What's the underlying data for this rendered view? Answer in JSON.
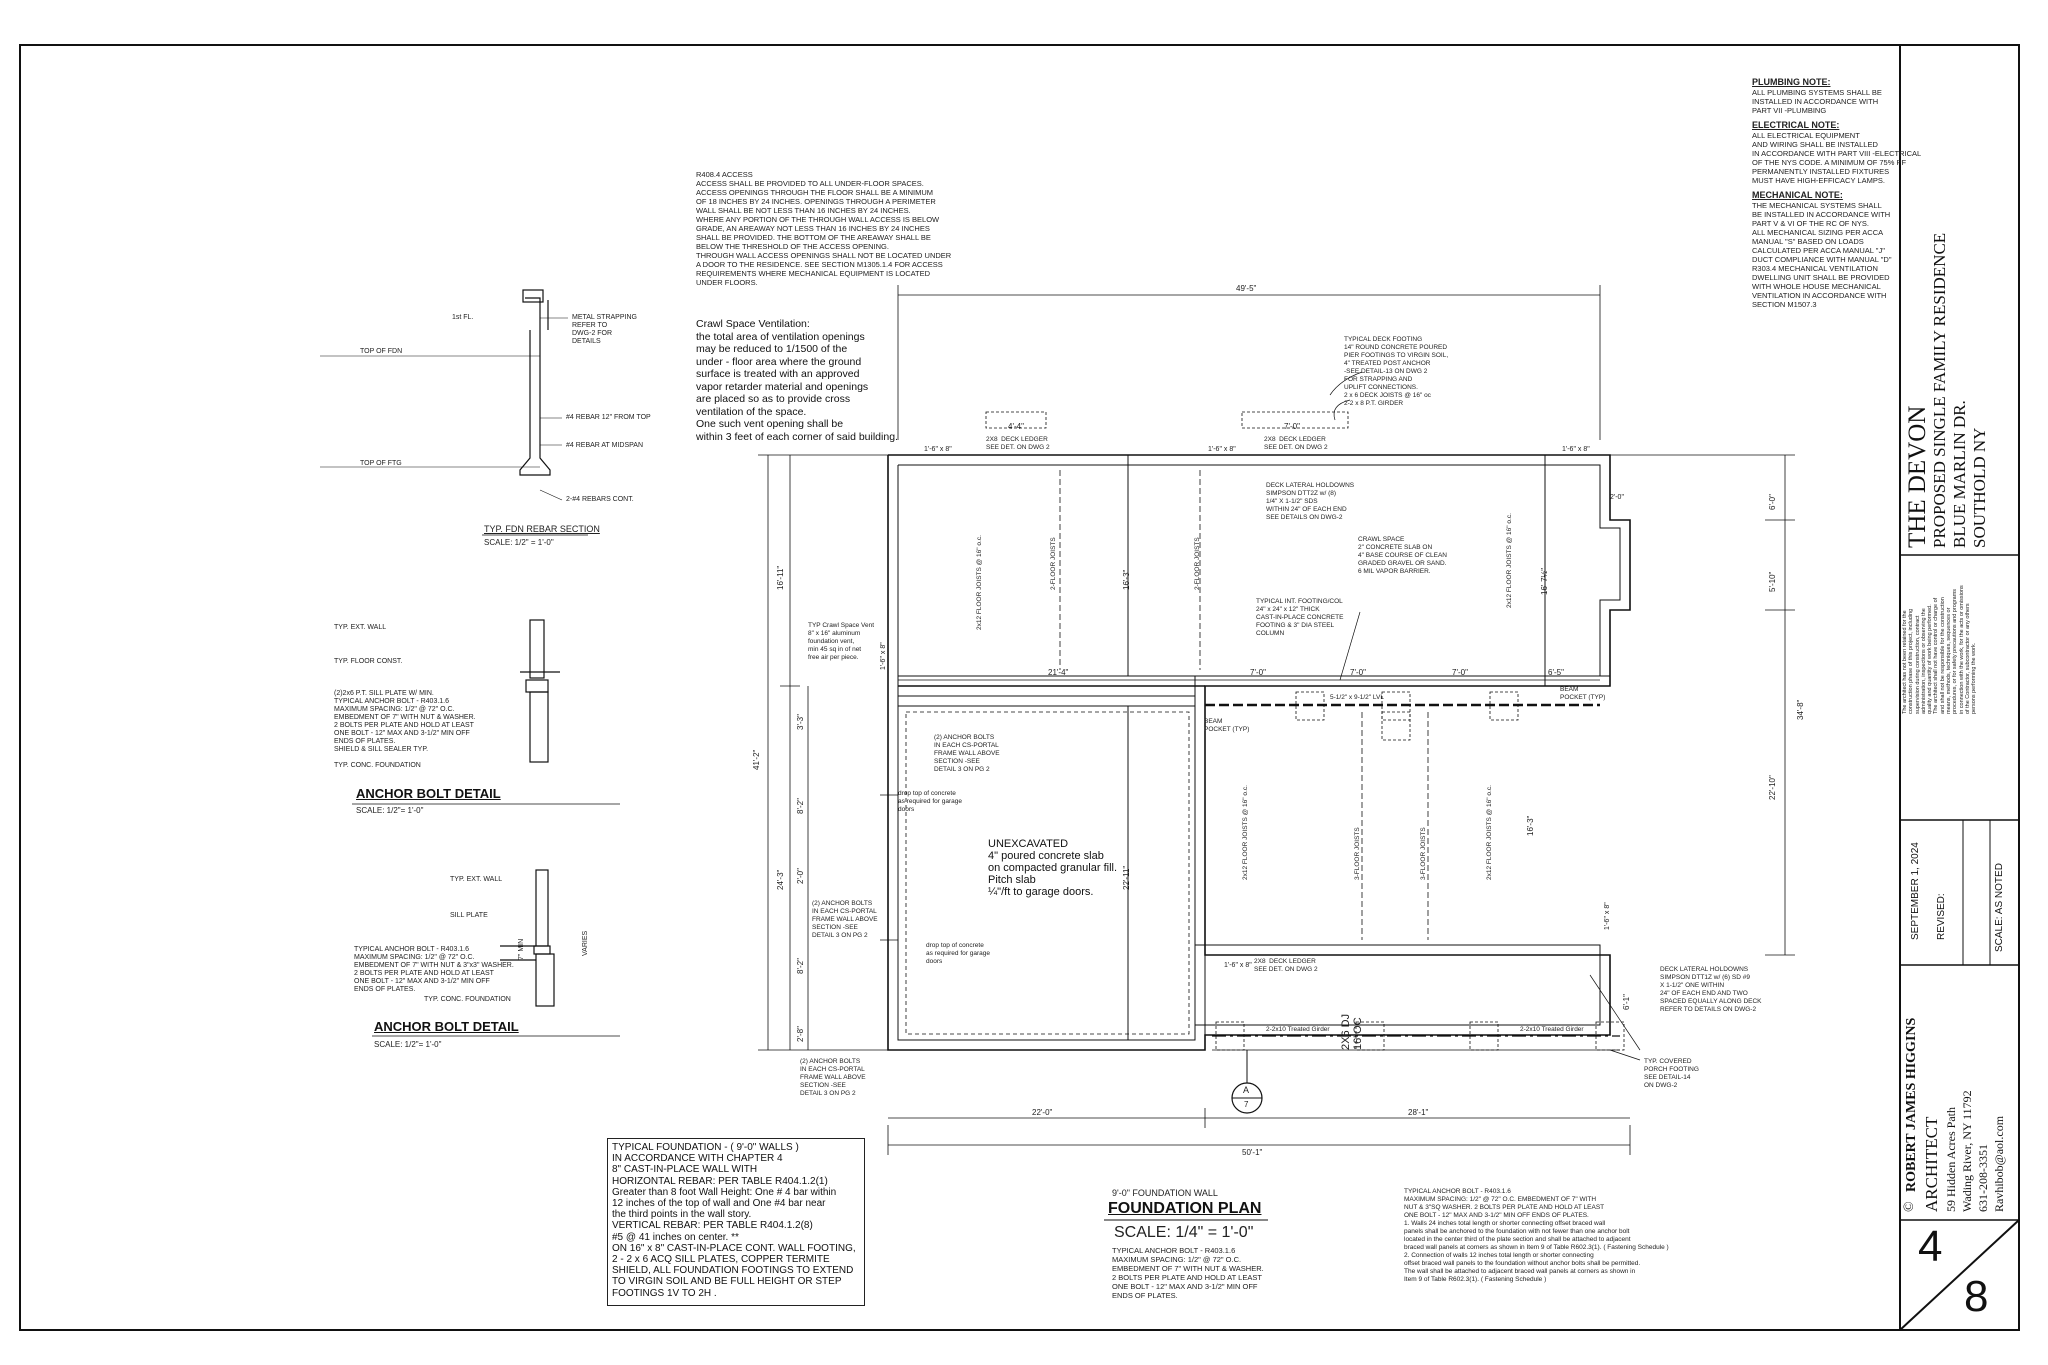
{
  "title_block": {
    "project_name": "THE DEVON",
    "project_desc": "PROPOSED SINGLE FAMILY RESIDENCE",
    "street": "BLUE MARLIN DR.",
    "town": "SOUTHOLD  NY",
    "disclaimer": [
      "The architect has not been retained for the",
      "construction phase of this project, including",
      "supervision during construction, contract",
      "administration, inspections or observing the",
      "quality and quantity of work being performed.",
      "The architect shall not have control or charge of",
      "and shall not be responsible for the construction",
      "means, methods, techniques, sequences or",
      "procedures, or for safety precautions and programs",
      "in connection with the work, for the acts or omissions",
      "of the Contractor, subcontractor or any others",
      "persons performing the work."
    ],
    "date": "SEPTEMBER 1, 2024",
    "revised": "REVISED:",
    "scale": "SCALE:  AS NOTED",
    "architect_name": "ROBERT JAMES HIGGINS",
    "architect_title": "ARCHITECT",
    "addr1": "59 Hidden Acres  Path",
    "addr2": "Wading River, NY  11792",
    "phone": "631-208-3351",
    "email": "Ravhibob@aol.com",
    "copyright": "©",
    "sheet_num": "4",
    "sheet_total": "8"
  },
  "notes": {
    "plumbing_head": "PLUMBING NOTE:",
    "plumbing": [
      "ALL PLUMBING SYSTEMS SHALL BE",
      "INSTALLED IN ACCORDANCE WITH",
      "PART VII -PLUMBING"
    ],
    "electrical_head": "ELECTRICAL NOTE:",
    "electrical": [
      "ALL ELECTRICAL EQUIPMENT",
      "AND WIRING SHALL BE INSTALLED",
      "IN ACCORDANCE WITH PART VIII -ELECTRICAL",
      "OF THE NYS CODE.  A MINIMUM OF 75% PF",
      "PERMANENTLY INSTALLED FIXTURES",
      "MUST HAVE HIGH-EFFICACY LAMPS."
    ],
    "mechanical_head": "MECHANICAL NOTE:",
    "mechanical": [
      "THE MECHANICAL SYSTEMS SHALL",
      "BE INSTALLED IN ACCORDANCE WITH",
      "PART V & VI OF THE RC OF NYS.",
      "ALL MECHANICAL SIZING PER ACCA",
      "MANUAL \"S\" BASED ON LOADS",
      "CALCULATED PER ACCA MANUAL \"J\"",
      "DUCT COMPLIANCE WITH MANUAL \"D\"",
      "",
      "R303.4 MECHANICAL VENTILATION",
      "DWELLING UNIT SHALL  BE PROVIDED",
      "WITH WHOLE HOUSE MECHANICAL",
      "VENTILATION IN  ACCORDANCE WITH",
      "SECTION M1507.3"
    ],
    "access": [
      "R408.4 ACCESS",
      "",
      "ACCESS SHALL BE PROVIDED TO ALL UNDER-FLOOR SPACES.",
      "ACCESS OPENINGS THROUGH THE FLOOR SHALL BE A MINIMUM",
      "OF 18 INCHES BY 24 INCHES. OPENINGS THROUGH A PERIMETER",
      "WALL SHALL BE NOT LESS THAN 16 INCHES BY 24 INCHES.",
      "WHERE ANY PORTION OF THE THROUGH WALL ACCESS IS BELOW",
      "GRADE, AN AREAWAY NOT LESS THAN 16 INCHES BY 24 INCHES",
      "SHALL BE PROVIDED.  THE BOTTOM OF THE AREAWAY SHALL BE",
      "BELOW THE THRESHOLD OF THE ACCESS OPENING.",
      "THROUGH WALL ACCESS OPENINGS SHALL NOT BE LOCATED UNDER",
      "A DOOR TO THE RESIDENCE. SEE SECTION M1305.1.4 FOR ACCESS",
      "REQUIREMENTS WHERE MECHANICAL EQUIPMENT IS LOCATED",
      "UNDER FLOORS."
    ],
    "crawl": [
      "Crawl Space Ventilation:",
      "the total area of ventilation openings",
      "may be reduced to 1/1500 of the",
      "under - floor area where the ground",
      "surface is treated with an approved",
      "vapor retarder material and openings",
      "are placed so as to provide cross",
      "ventilation of the space.",
      "One such vent opening shall be",
      "within 3 feet of each corner of said building."
    ],
    "typical_foundation": [
      "TYPICAL FOUNDATION  - ( 9'-0\"  WALLS )",
      "IN ACCORDANCE WITH CHAPTER 4",
      "8\" CAST-IN-PLACE WALL  WITH",
      "HORIZONTAL REBAR:  PER  TABLE R404.1.2(1)",
      "Greater than 8 foot Wall Height: One # 4 bar within",
      "12 inches of the top of wall and One #4 bar near",
      "the third points in the wall story.",
      "VERTICAL  REBAR:  PER  TABLE R404.1.2(8)",
      "#5 @ 41 inches on center. **",
      "ON 16\" x 8\" CAST-IN-PLACE CONT. WALL FOOTING,",
      "2 - 2 x 6 ACQ SILL PLATES, COPPER TERMITE",
      "SHIELD, ALL FOUNDATION FOOTINGS TO EXTEND",
      "TO VIRGIN SOIL AND BE FULL HEIGHT OR STEP",
      "FOOTINGS 1V TO 2H ."
    ],
    "anchor_bottom": [
      "TYPICAL ANCHOR BOLT - R403.1.6",
      "MAXIMUM SPACING: 1/2\" @ 72\" O.C. EMBEDMENT OF 7\" WITH",
      "NUT & 3\"SQ WASHER.  2 BOLTS PER PLATE AND HOLD AT LEAST",
      "ONE BOLT - 12\" MAX AND 3-1/2\" MIN OFF ENDS OF PLATES.",
      "",
      "1. Walls 24 inches total length or shorter connecting offset braced wall",
      "panels shall be anchored to the foundation with not fewer than one anchor bolt",
      "located in the center third of the plate section and shall be attached to adjacent",
      "braced wall panels at corners as shown in Item 9 of Table R602.3(1). ( Fastening Schedule )",
      "",
      "2. Connection of walls 12 inches total length or shorter connecting",
      "offset braced wall panels to the foundation without anchor bolts shall be permitted.",
      "The wall shall be attached to adjacent braced wall panels at corners as shown in",
      "Item 9 of Table R602.3(1).  ( Fastening Schedule )"
    ],
    "anchor_center": [
      "TYPICAL ANCHOR BOLT - R403.1.6",
      "MAXIMUM SPACING: 1/2\" @ 72\" O.C.",
      "EMBEDMENT OF 7\" WITH NUT & WASHER.",
      "2 BOLTS PER PLATE AND HOLD AT LEAST",
      "ONE BOLT - 12\" MAX AND 3-1/2\" MIN OFF",
      "ENDS OF PLATES."
    ]
  },
  "details": {
    "rebar_title": "TYP. FDN REBAR SECTION",
    "rebar_scale": "SCALE: 1/2\" = 1'-0\"",
    "rebar_labels": [
      "1st FL.",
      "TOP OF FDN",
      "TOP OF FTG",
      "METAL STRAPPING",
      "REFER TO",
      "DWG-2 FOR",
      "DETAILS",
      "#4 REBAR 12\" FROM TOP",
      "#4 REBAR AT MIDSPAN",
      "2-#4 REBARS CONT."
    ],
    "anchor1_title": "ANCHOR BOLT DETAIL",
    "anchor1_scale": "SCALE: 1/2\"= 1'-0\"",
    "anchor1_labels": [
      "TYP. EXT. WALL",
      "TYP. FLOOR CONST.",
      "(2)2x6 P.T. SILL PLATE  W/ MIN.",
      "TYPICAL ANCHOR BOLT - R403.1.6",
      "MAXIMUM SPACING: 1/2\" @ 72\" O.C.",
      "EMBEDMENT OF 7\" WITH NUT & WASHER.",
      "2 BOLTS PER PLATE AND HOLD AT LEAST",
      "ONE BOLT - 12\" MAX AND 3-1/2\" MIN OFF",
      "ENDS OF PLATES.",
      "SHIELD & SILL  SEALER TYP.",
      "TYP. CONC. FOUNDATION"
    ],
    "anchor2_title": "ANCHOR BOLT DETAIL",
    "anchor2_scale": "SCALE: 1/2\"= 1'-0\"",
    "anchor2_labels": [
      "TYP. EXT. WALL",
      "SILL PLATE",
      "TYPICAL ANCHOR BOLT - R403.1.6",
      "MAXIMUM SPACING: 1/2\" @ 72\" O.C.",
      "EMBEDMENT OF 7\" WITH NUT & 3\"x3\" WASHER.",
      "2 BOLTS PER PLATE AND HOLD AT LEAST",
      "ONE BOLT - 12\" MAX AND 3-1/2\" MIN OFF",
      "ENDS OF PLATES.",
      "TYP. CONC. FOUNDATION",
      "VARIES",
      "7\" MIN"
    ]
  },
  "plan": {
    "title": "FOUNDATION PLAN",
    "wall_note": "9'-0\" FOUNDATION WALL",
    "scale": "SCALE: 1/4\" = 1'-0\"",
    "unexcavated": [
      "UNEXCAVATED",
      "4\" poured concrete slab",
      "on compacted granular fill.",
      "Pitch slab",
      "¼\"/ft to garage doors."
    ],
    "dims": {
      "top_overall": "49'-5\"",
      "bottom_overall": "50'-1\"",
      "bottom_left": "22'-0\"",
      "bottom_right": "28'-1\"",
      "left_overall": "41'-2\"",
      "left_upper": "16'-11\"",
      "left_lower": "24'-3\"",
      "right_overall": "34'-8\"",
      "right_a": "6'-0\"",
      "right_b": "5'-10\"",
      "right_c": "22'-10\"",
      "mid_left": "21'-4\"",
      "mid_a": "7'-0\"",
      "mid_b": "7'-0\"",
      "mid_c": "7'-0\"",
      "mid_d": "6'-5\"",
      "deck1": "4'-4\"",
      "deck2": "7'-0\"",
      "porch": "6'-1\"",
      "l1": "3'-3\"",
      "l2": "8'-2\"",
      "l3": "2'-0\"",
      "l4": "8'-2\"",
      "l5": "2'-8\"",
      "span1": "16'-3\"",
      "span2": "16'-7½\"",
      "span3": "22'-11\"",
      "span4": "16'-3\"",
      "porch_joist": "2X6 DJ\n16\"OC",
      "step1": "1'-6\" x 8\"",
      "step2": "1'-6\" x 8\"",
      "step3": "1'-6\" x 8\"",
      "step4": "1'-6\" x 8\"",
      "step5": "1'-6\" x 8\"",
      "step6": "1'-6\" x 8\"",
      "step7": "2'-0\""
    },
    "labels": {
      "deck_ledger1": "2X8  DECK LEDGER\nSEE DET. ON DWG 2",
      "deck_ledger2": "2X8  DECK LEDGER\nSEE DET. ON DWG 2",
      "deck_ledger3": "2X8  DECK LEDGER\nSEE DET. ON DWG 2",
      "deck_footing": "TYPICAL DECK FOOTING\n14\" ROUND CONCRETE POURED\nPIER FOOTINGS TO VIRGIN SOIL,\n4\" TREATED POST ANCHOR\n-SEE DETAIL-13 ON DWG 2\nFOR STRAPPING AND\nUPLIFT CONNECTIONS.",
      "deck_joists": "2 x 6 DECK JOISTS @ 16\" oc\n2-2 x 8 P.T. GIRDER",
      "deck_holdowns": "DECK LATERAL HOLDOWNS\nSIMPSON DTT2Z w/ (8)\n1/4\" X 1-1/2\" SDS\nWITHIN 24\" OF EACH END\nSEE DETAILS ON DWG-2",
      "crawl_space": "CRAWL SPACE\n2\" CONCRETE SLAB ON\n4\" BASE COURSE OF CLEAN\nGRADED GRAVEL OR SAND.\n6 MIL VAPOR BARRIER.",
      "int_footing": "TYPICAL INT. FOOTING/COL\n24\" x 24\" x 12\" THICK\nCAST-IN-PLACE CONCRETE\nFOOTING & 3\" DIA STEEL\nCOLUMN",
      "lvl": "5-1/2\" x 9-1/2\" LVL",
      "beam_pocket1": "BEAM\nPOCKET (TYP)",
      "beam_pocket2": "BEAM\nPOCKET (TYP)",
      "vent": "TYP Crawl Space Vent\n8\" x 16\" aluminum\nfoundation vent,\nmin 45 sq in of net\nfree air per piece.",
      "cs_portal1": "(2) ANCHOR BOLTS\nIN EACH CS-PORTAL\nFRAME WALL ABOVE\nSECTION -SEE\nDETAIL 3 ON PG 2",
      "cs_portal2": "(2) ANCHOR BOLTS\nIN EACH CS-PORTAL\nFRAME WALL ABOVE\nSECTION -SEE\nDETAIL 3 ON PG 2",
      "cs_portal3": "(2) ANCHOR BOLTS\nIN EACH CS-PORTAL\nFRAME WALL ABOVE\nSECTION -SEE\nDETAIL 3 ON PG 2",
      "drop_top1": "drop top of concrete\nas required for garage\ndoors",
      "drop_top2": "drop top of concrete\nas required for garage\ndoors",
      "porch_holdowns": "DECK LATERAL HOLDOWNS\nSIMPSON DTT1Z w/ (6) SD #9\nX 1-1/2\" ONE WITHIN\n24\" OF EACH END AND TWO\nSPACED EQUALLY ALONG DECK\nREFER TO DETAILS ON DWG-2",
      "porch_footing": "TYP. COVERED\nPORCH FOOTING\nSEE DETAIL-14\nON DWG-2",
      "girder1": "2-2x10 Treated Girder",
      "girder2": "2-2x10 Treated Girder",
      "joist_a": "2x12 FLOOR JOISTS @ 16\" o.c.",
      "joist_b": "2-FLOOR JOISTS",
      "joist_c": "2-FLOOR JOISTS",
      "joist_d": "2x12 FLOOR JOISTS @ 16\" o.c.",
      "joist_e": "2x12 FLOOR JOISTS @ 16\" o.c.",
      "joist_f": "3-FLOOR JOISTS",
      "joist_g": "3-FLOOR JOISTS",
      "joist_h": "2x12 FLOOR JOISTS @ 16\" o.c.",
      "section_a": "A",
      "section_num": "7"
    }
  }
}
